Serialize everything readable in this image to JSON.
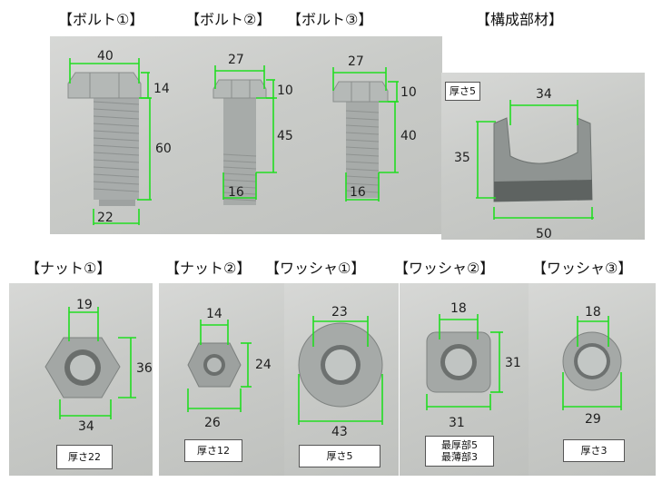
{
  "captions": {
    "bolt1": "【ボルト①】",
    "bolt2": "【ボルト②】",
    "bolt3": "【ボルト③】",
    "member": "【構成部材】",
    "nut1": "【ナット①】",
    "nut2": "【ナット②】",
    "washer1": "【ワッシャ①】",
    "washer2": "【ワッシャ②】",
    "washer3": "【ワッシャ③】"
  },
  "bolt1": {
    "head_width": "40",
    "head_height": "14",
    "shank_length": "60",
    "shank_width": "22"
  },
  "bolt2": {
    "head_width": "27",
    "head_height": "10",
    "shank_length": "45",
    "shank_width": "16"
  },
  "bolt3": {
    "head_width": "27",
    "head_height": "10",
    "shank_length": "40",
    "shank_width": "16"
  },
  "member": {
    "thickness": "厚さ5",
    "gap": "34",
    "height": "35",
    "width": "50"
  },
  "nut1": {
    "hole": "19",
    "height": "36",
    "width": "34",
    "thickness": "厚さ22"
  },
  "nut2": {
    "hole": "14",
    "height": "24",
    "width": "26",
    "thickness": "厚さ12"
  },
  "washer1": {
    "hole": "23",
    "outer": "43",
    "thickness": "厚さ5"
  },
  "washer2": {
    "hole": "18",
    "height": "31",
    "width": "31",
    "thickness_max": "最厚部5",
    "thickness_min": "最薄部3"
  },
  "washer3": {
    "hole": "18",
    "outer": "29",
    "thickness": "厚さ3"
  },
  "colors": {
    "dimension_line": "#22dd22",
    "photo_background": "#c9cbc8"
  }
}
